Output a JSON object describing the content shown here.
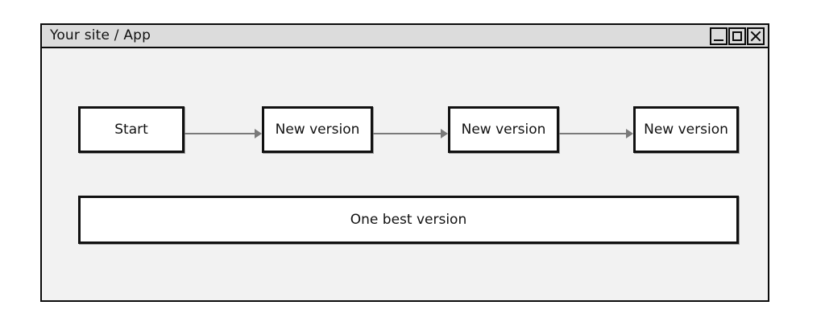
{
  "window": {
    "title": "Your site / App",
    "controls": [
      {
        "name": "minimize",
        "glyph": "_",
        "label": "Minimize"
      },
      {
        "name": "maximize",
        "glyph": "□",
        "label": "Maximize"
      },
      {
        "name": "close",
        "glyph": "✕",
        "label": "Close"
      }
    ]
  },
  "diagram": {
    "type": "flow",
    "nodes": [
      {
        "id": "start",
        "label": "Start"
      },
      {
        "id": "version-1",
        "label": "New version"
      },
      {
        "id": "version-2",
        "label": "New version"
      },
      {
        "id": "version-3",
        "label": "New version"
      }
    ],
    "edges": [
      {
        "from": "start",
        "to": "version-1",
        "arrow": "right"
      },
      {
        "from": "version-1",
        "to": "version-2",
        "arrow": "right"
      },
      {
        "from": "version-2",
        "to": "version-3",
        "arrow": "right"
      }
    ],
    "summary": {
      "id": "summary",
      "label": "One best version"
    }
  },
  "colors": {
    "page_background": "#ffffff",
    "window_frame": "#0b0b0b",
    "titlebar_background": "#dcdcdc",
    "body_background": "#f2f2f2",
    "node_fill": "#ffffff",
    "node_border": "#111111",
    "arrow": "#7a7a7a",
    "text": "#111111"
  }
}
